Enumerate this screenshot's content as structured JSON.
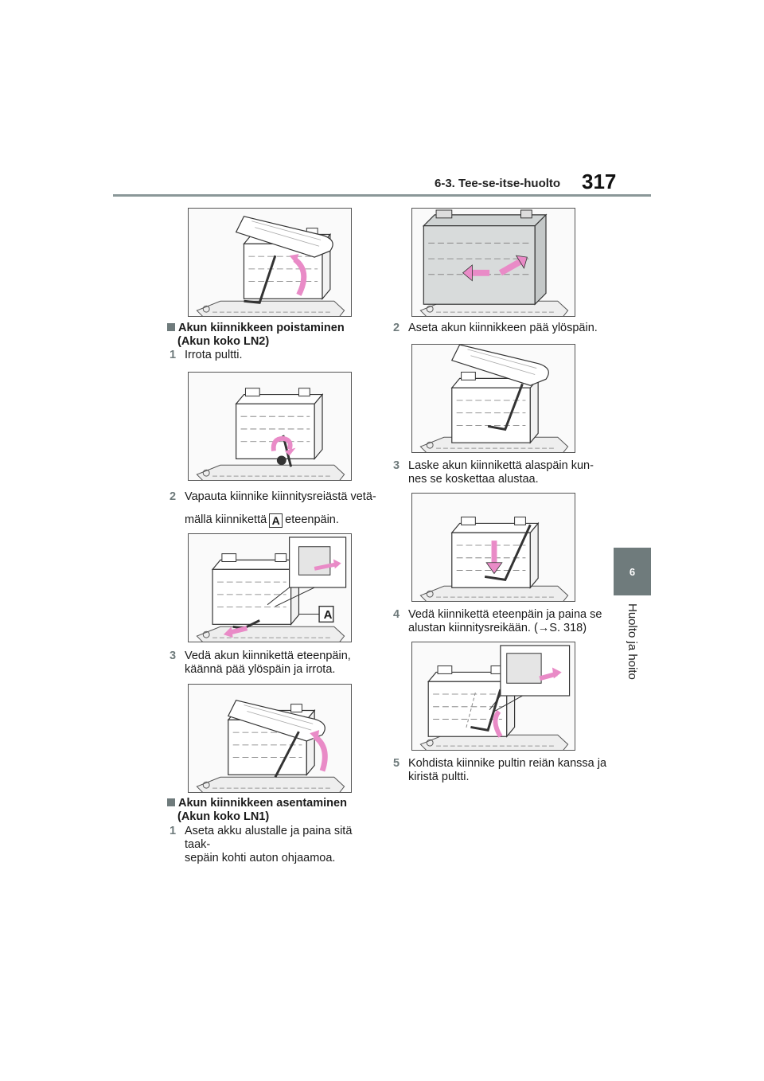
{
  "header": {
    "section": "6-3. Tee-se-itse-huolto",
    "page_number": "317"
  },
  "side_tab": {
    "number": "6",
    "label": "Huolto ja hoito"
  },
  "left": {
    "heading1_line1": "Akun kiinnikkeen poistaminen",
    "heading1_line2": "(Akun koko LN2)",
    "step1_num": "1",
    "step1_text": "Irrota pultti.",
    "step2_num": "2",
    "step2_line1": "Vapauta kiinnike kiinnitysreiästä vetä-",
    "step2_line2_pre": "mällä kiinnikettä",
    "step2_callout": "A",
    "step2_line2_post": "eteenpäin.",
    "fig3_callout": "A",
    "step3_num": "3",
    "step3_line1": "Vedä akun kiinnikettä eteenpäin,",
    "step3_line2": "käännä pää ylöspäin ja irrota.",
    "heading2_line1": "Akun kiinnikkeen asentaminen",
    "heading2_line2": "(Akun koko LN1)",
    "step4_num": "1",
    "step4_line1": "Aseta akku alustalle ja paina sitä taak-",
    "step4_line2": "sepäin kohti auton ohjaamoa."
  },
  "right": {
    "step1_num": "2",
    "step1_text": "Aseta akun kiinnikkeen pää ylöspäin.",
    "step2_num": "3",
    "step2_line1": "Laske akun kiinnikettä alaspäin kun-",
    "step2_line2": "nes se koskettaa alustaa.",
    "step3_num": "4",
    "step3_line1": "Vedä kiinnikettä eteenpäin ja paina se",
    "step3_line2": "alustan kiinnitysreikään. (→S. 318)",
    "step4_num": "5",
    "step4_line1": "Kohdista kiinnike pultin reiän kanssa ja",
    "step4_line2": "kiristä pultti."
  },
  "colors": {
    "accent_pink": "#e98bc7",
    "tab_gray": "#6f7b7c",
    "rule_gray": "#8a9798"
  },
  "icons": [
    "battery-illustration",
    "hand-illustration",
    "bolt-icon",
    "curved-arrow-icon",
    "straight-arrow-icon",
    "left-right-arrow-icon",
    "zoom-callout"
  ]
}
